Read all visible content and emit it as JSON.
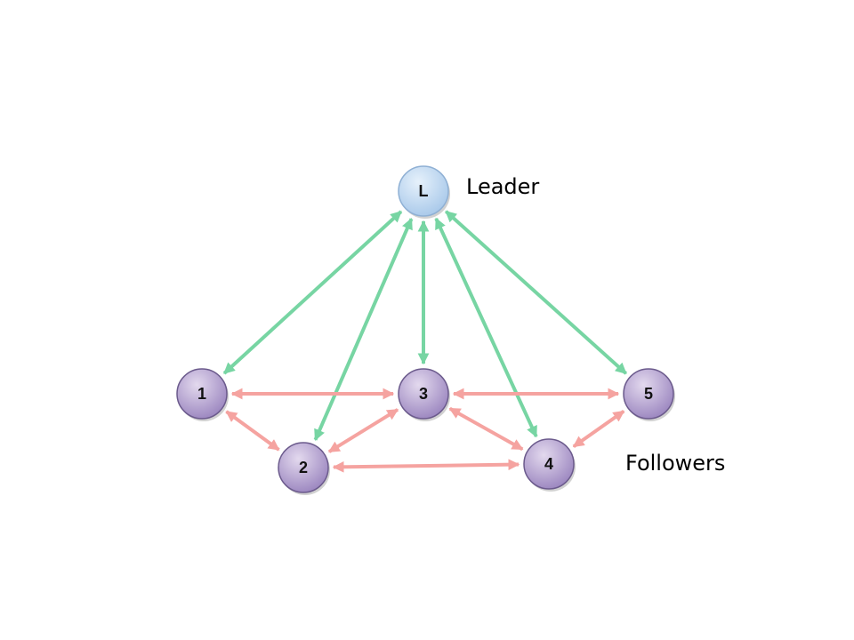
{
  "labels": {
    "leader": "Leader",
    "followers": "Followers"
  },
  "nodes": [
    {
      "id": "L",
      "label": "L",
      "role": "leader"
    },
    {
      "id": "1",
      "label": "1",
      "role": "follower"
    },
    {
      "id": "2",
      "label": "2",
      "role": "follower"
    },
    {
      "id": "3",
      "label": "3",
      "role": "follower"
    },
    {
      "id": "4",
      "label": "4",
      "role": "follower"
    },
    {
      "id": "5",
      "label": "5",
      "role": "follower"
    }
  ],
  "edges": [
    {
      "from": "L",
      "to": "1",
      "kind": "leader-follower",
      "bidirectional": true
    },
    {
      "from": "L",
      "to": "2",
      "kind": "leader-follower",
      "bidirectional": true
    },
    {
      "from": "L",
      "to": "3",
      "kind": "leader-follower",
      "bidirectional": true
    },
    {
      "from": "L",
      "to": "4",
      "kind": "leader-follower",
      "bidirectional": true
    },
    {
      "from": "L",
      "to": "5",
      "kind": "leader-follower",
      "bidirectional": true
    },
    {
      "from": "1",
      "to": "3",
      "kind": "follower-follower",
      "bidirectional": true
    },
    {
      "from": "3",
      "to": "5",
      "kind": "follower-follower",
      "bidirectional": true
    },
    {
      "from": "1",
      "to": "2",
      "kind": "follower-follower",
      "bidirectional": true
    },
    {
      "from": "2",
      "to": "3",
      "kind": "follower-follower",
      "bidirectional": true
    },
    {
      "from": "2",
      "to": "4",
      "kind": "follower-follower",
      "bidirectional": true
    },
    {
      "from": "3",
      "to": "4",
      "kind": "follower-follower",
      "bidirectional": true
    },
    {
      "from": "4",
      "to": "5",
      "kind": "follower-follower",
      "bidirectional": true
    }
  ],
  "colors": {
    "leader_edge": "#77d5a3",
    "follower_edge": "#f5a3a0",
    "leader_fill_light": "#e6f1fb",
    "leader_fill_dark": "#a9c9ea",
    "leader_stroke": "#8fb0d4",
    "follower_fill_light": "#e3d9ee",
    "follower_fill_dark": "#9c87c0",
    "follower_stroke": "#6b5a8c"
  }
}
